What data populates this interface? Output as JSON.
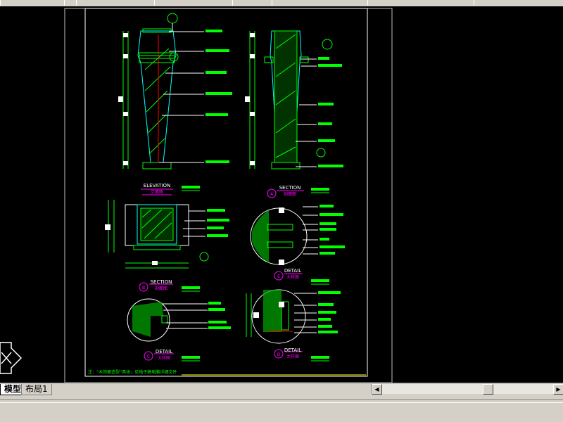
{
  "tabs": [
    {
      "label": "模型",
      "active": true
    },
    {
      "label": "布局1",
      "active": false
    }
  ],
  "drawing": {
    "views": [
      {
        "id": "elevation",
        "title": "ELEVATION",
        "subtitle": "立面图"
      },
      {
        "id": "section-a",
        "marker": "A",
        "title": "SECTION",
        "subtitle": "剖面图"
      },
      {
        "id": "section-b",
        "marker": "B",
        "title": "SECTION",
        "subtitle": "剖面图"
      },
      {
        "id": "detail-c",
        "marker": "C",
        "title": "DETAIL",
        "subtitle": "大样图"
      },
      {
        "id": "detail-d",
        "marker": "D",
        "title": "DETAIL",
        "subtitle": "大样图"
      },
      {
        "id": "detail-e",
        "marker": "E",
        "title": "DETAIL",
        "subtitle": "大样图"
      }
    ],
    "note": "注：“木饰面造型”具体，见电子稿电脑详细文件"
  },
  "colors": {
    "background": "#000000",
    "green": "#00ff00",
    "cyan": "#00ffff",
    "magenta": "#ff00ff",
    "white": "#ffffff",
    "yellow": "#ffff00",
    "red": "#ff0000"
  }
}
